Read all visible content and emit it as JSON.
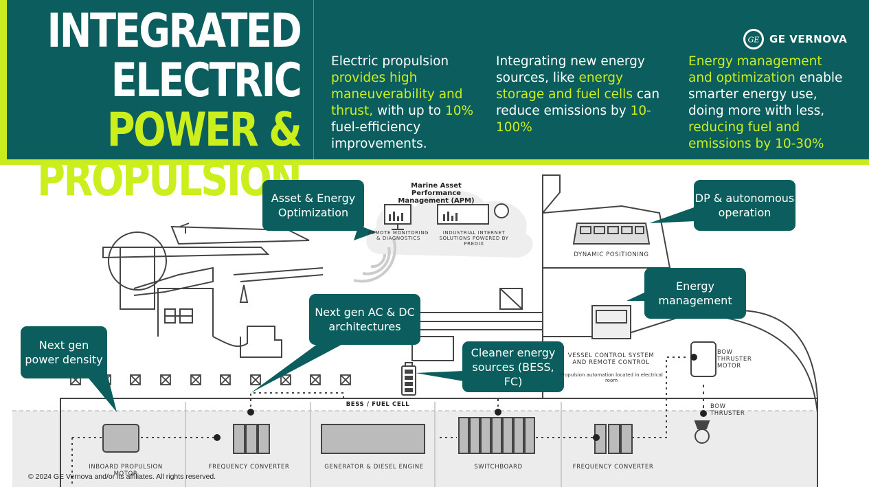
{
  "header": {
    "title_line1": "INTEGRATED",
    "title_line2_white": "ELECTRIC",
    "title_line2_green": "POWER &",
    "title_line3": "PROPULSION",
    "col1": {
      "t1": "Electric propulsion",
      "h1": "provides high maneuverability and thrust,",
      "t2": "with up to",
      "h2": "10%",
      "t3": "fuel-efficiency improvements."
    },
    "col2": {
      "t1": "Integrating new energy sources, like",
      "h1": "energy storage and fuel cells",
      "t2": "can reduce emissions by",
      "h2": "10-100%"
    },
    "col3": {
      "h1": "Energy management and optimization",
      "t1": "enable smarter energy use, doing more with less,",
      "h2": "reducing fuel and emissions by 10-30%"
    },
    "logo_text": "GE VERNOVA",
    "logo_mark": "ge-monogram-icon"
  },
  "callouts": {
    "asset_energy": "Asset & Energy Optimization",
    "dp": "DP & autonomous operation",
    "energy_mgmt": "Energy management",
    "ac_dc": "Next gen AC & DC architectures",
    "power_density": "Next gen power density",
    "cleaner": "Cleaner energy sources (BESS, FC)"
  },
  "labels": {
    "apm_title": "Marine Asset Performance Management (APM)",
    "remote_mon": "REMOTE MONITORING & DIAGNOSTICS",
    "iis": "INDUSTRIAL INTERNET SOLUTIONS POWERED BY PREDIX",
    "dyn_pos": "DYNAMIC POSITIONING",
    "vessel_ctrl": "VESSEL CONTROL SYSTEM AND REMOTE CONTROL",
    "prop_auto": "Propulsion automation located in electrical room",
    "bow_motor": "BOW THRUSTER MOTOR",
    "bow_thruster": "BOW THRUSTER",
    "bess": "BESS / FUEL CELL",
    "inboard": "INBOARD PROPULSION MOTOR",
    "freq1": "FREQUENCY CONVERTER",
    "gen": "GENERATOR & DIESEL ENGINE",
    "switchboard": "SWITCHBOARD",
    "freq2": "FREQUENCY CONVERTER"
  },
  "copyright": "© 2024 GE Vernova and/or its affiliates. All rights reserved.",
  "colors": {
    "teal": "#0b5e5d",
    "lime": "#cbee1d",
    "line": "#444444"
  }
}
